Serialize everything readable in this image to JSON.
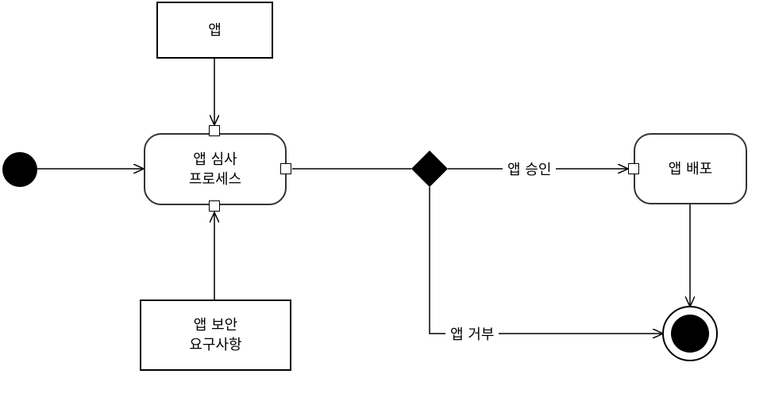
{
  "nodes": {
    "app": "앱",
    "review_line1": "앱 심사",
    "review_line2": "프로세스",
    "security_line1": "앱 보안",
    "security_line2": "요구사항",
    "deploy": "앱 배포"
  },
  "edges": {
    "approve": "앱 승인",
    "reject": "앱 거부"
  }
}
